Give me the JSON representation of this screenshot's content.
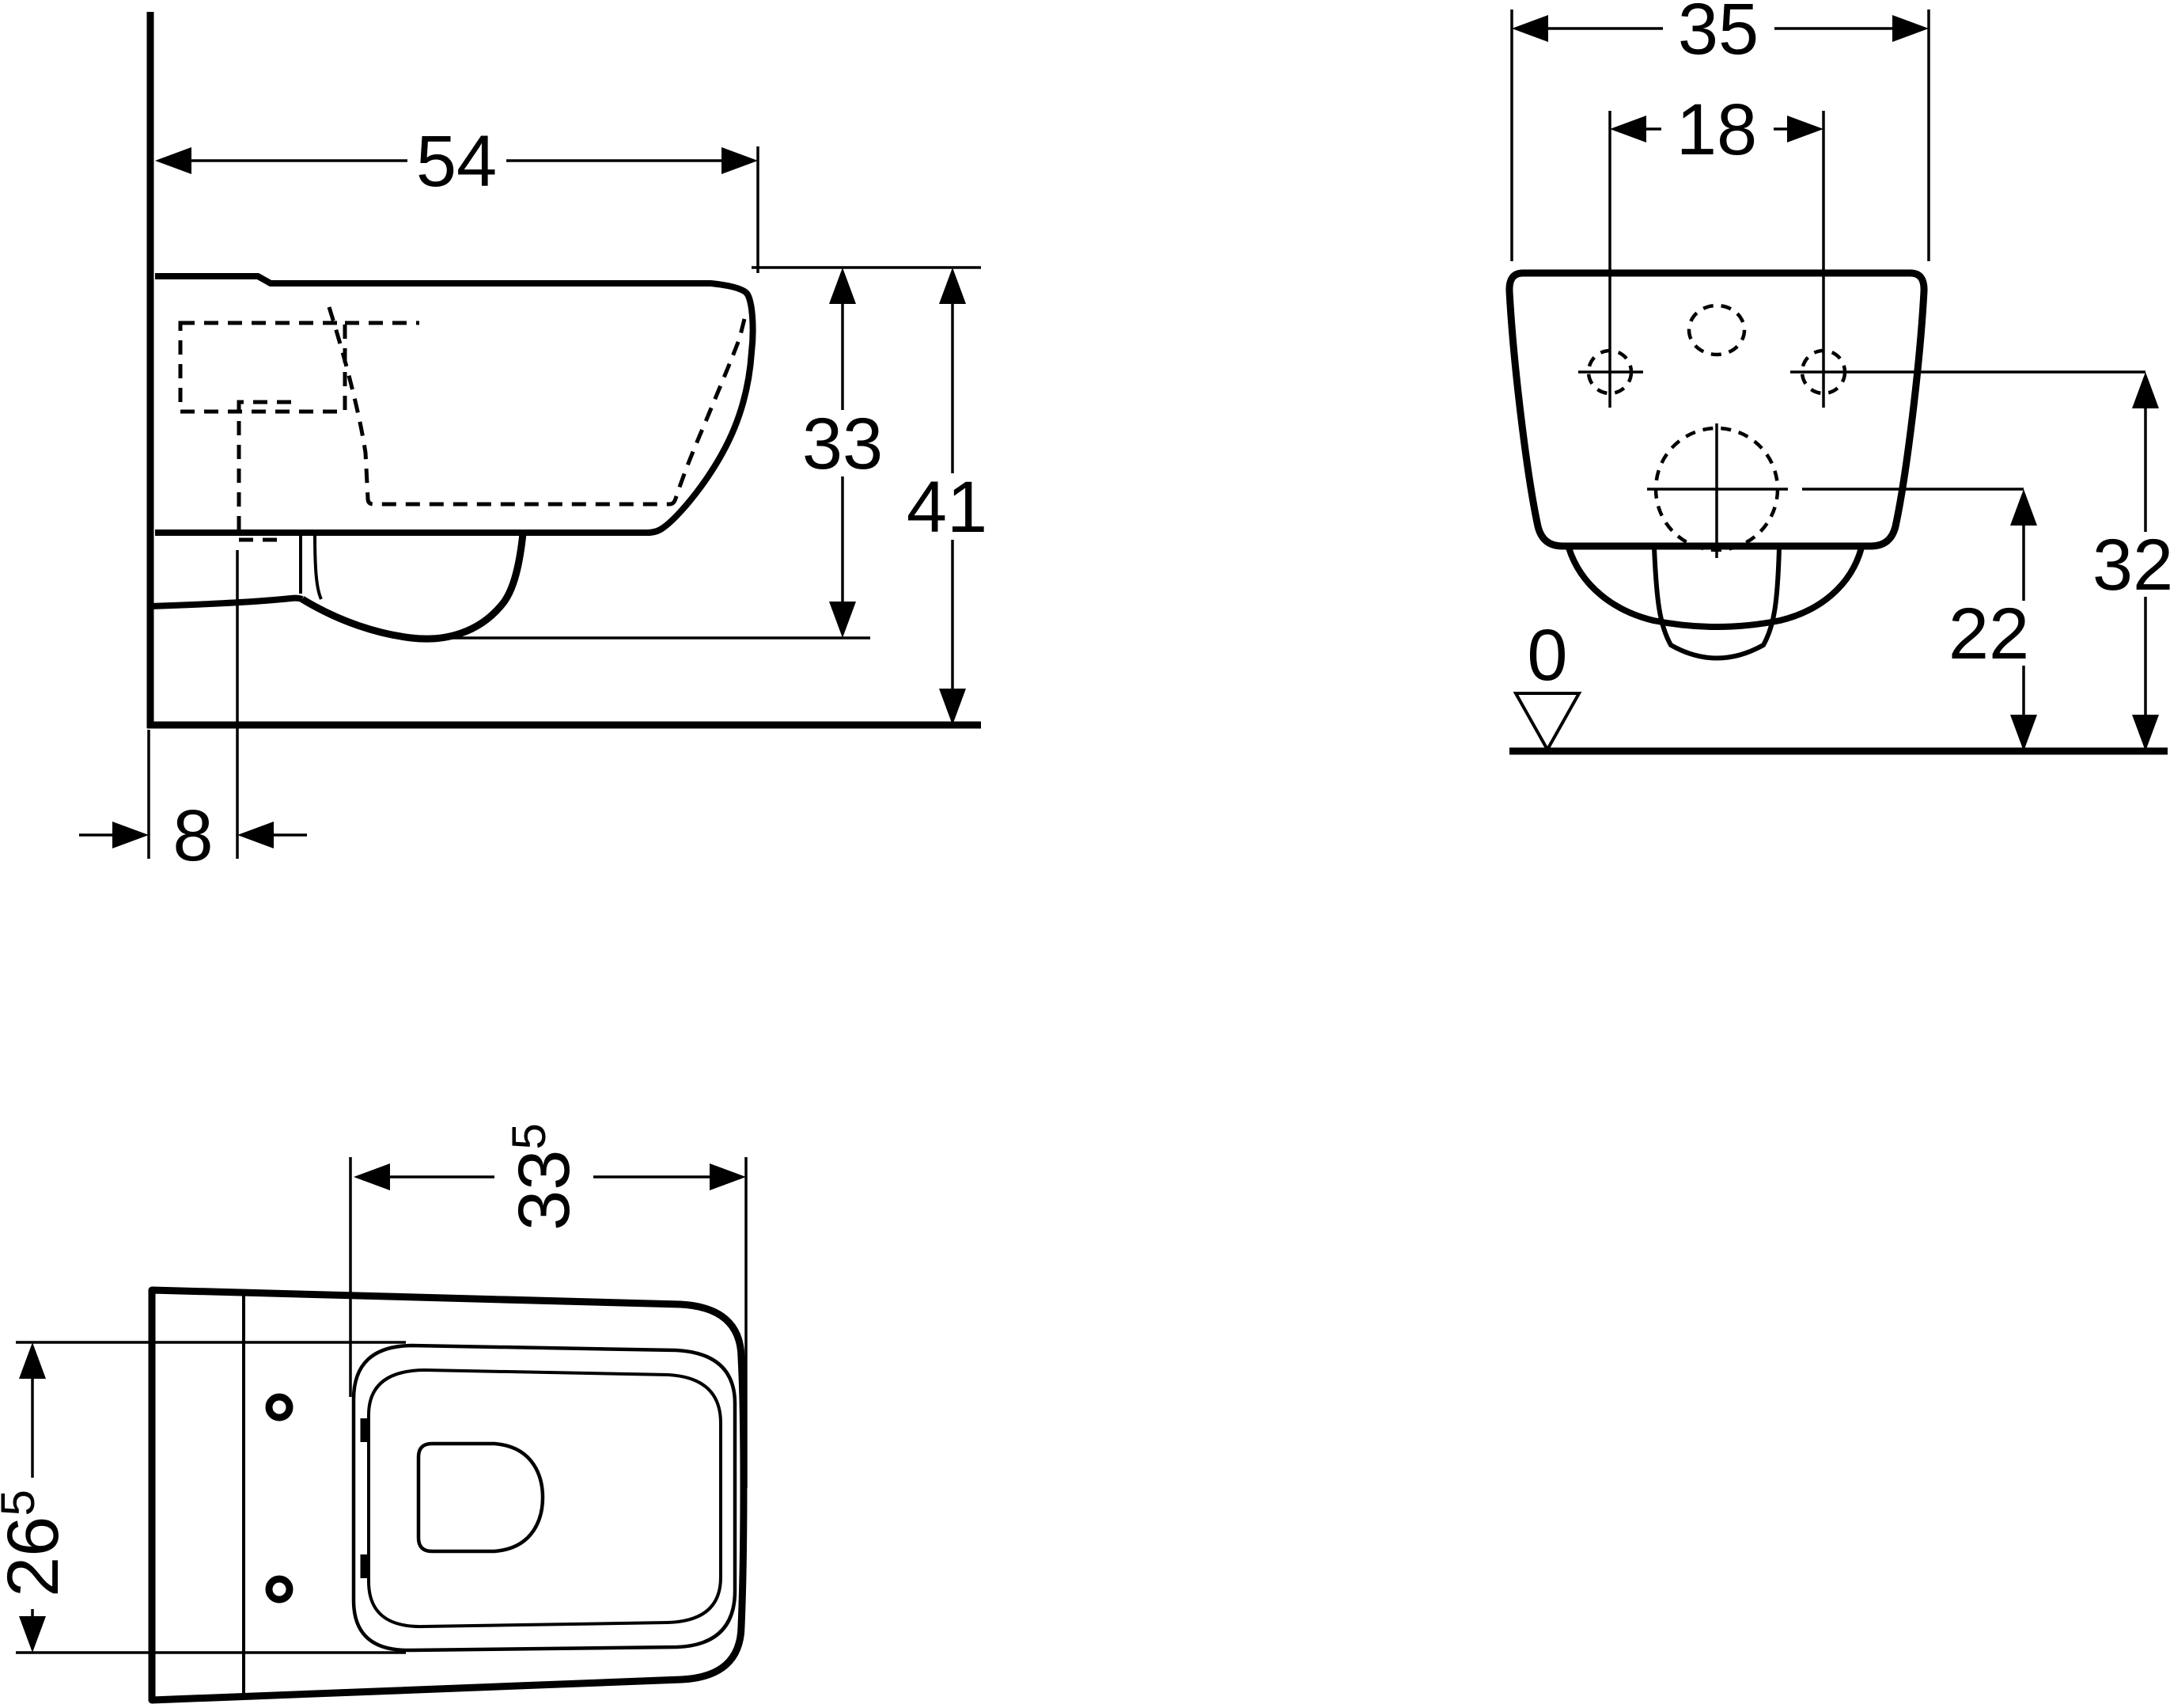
{
  "drawing": {
    "type": "technical-dimension-drawing",
    "line_color": "#000000",
    "background": "#ffffff",
    "side_view": {
      "dim_wall_to_front": "54",
      "dim_rim_to_bowl_bottom": "33",
      "dim_rim_to_floor": "41",
      "dim_wall_to_outlet": "8"
    },
    "front_view": {
      "dim_overall_width": "35",
      "dim_fixing_hole_spacing": "18",
      "dim_fixing_hole_height": "32",
      "dim_outlet_height": "22",
      "floor_level": "0"
    },
    "top_view": {
      "dim_seat_length_main": "33",
      "dim_seat_length_sup": "5",
      "dim_seat_width_main": "26",
      "dim_seat_width_sup": "5"
    }
  }
}
